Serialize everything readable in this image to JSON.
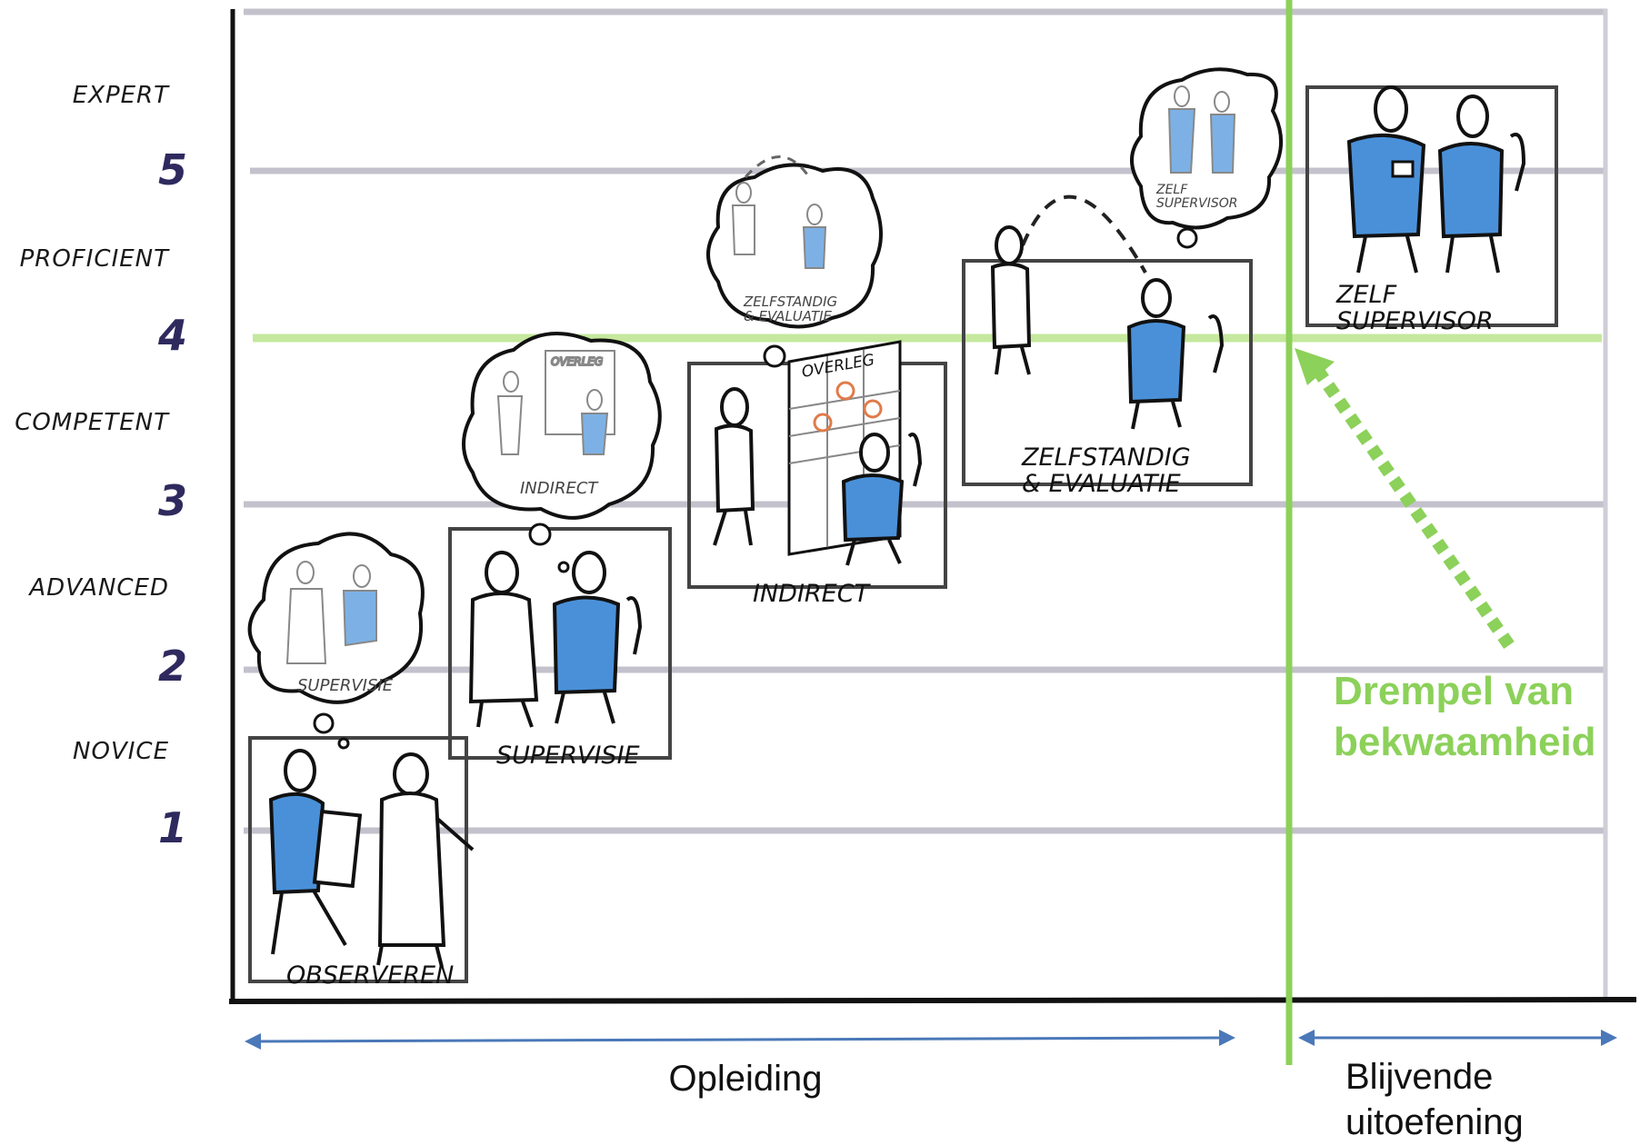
{
  "levels": {
    "expert": "EXPERT",
    "proficient": "PROFICIENT",
    "competent": "COMPETENT",
    "advanced": "ADVANCED",
    "novice": "NOVICE",
    "n5": "5",
    "n4": "4",
    "n3": "3",
    "n2": "2",
    "n1": "1"
  },
  "stages": {
    "observeren": "OBSERVEREN",
    "supervisie": "SUPERVISIE",
    "indirect": "INDIRECT",
    "zelfstandig_line1": "ZELFSTANDIG",
    "zelfstandig_line2": "& EVALUATIE",
    "zelf_line1": "ZELF",
    "zelf_line2": "SUPERVISOR"
  },
  "thoughts": {
    "supervisie": "SUPERVISIE",
    "indirect": "INDIRECT",
    "overleg": "OVERLEG",
    "zelfstandig_line1": "ZELFSTANDIG",
    "zelfstandig_line2": "& EVALUATIE",
    "zelf_line1": "ZELF",
    "zelf_line2": "SUPERVISOR"
  },
  "board": {
    "overleg": "OVERLEG"
  },
  "threshold": {
    "line1": "Drempel van",
    "line2": "bekwaamheid"
  },
  "bottom": {
    "opleiding": "Opleiding",
    "blijvende_line1": "Blijvende",
    "blijvende_line2": "uitoefening"
  },
  "colors": {
    "grid": "#c3c1cc",
    "threshold_green": "#8cd15a",
    "level4_line": "#c5e89e",
    "arrow_blue": "#4a78b8",
    "figure_blue": "#4a90d9",
    "level_number": "#2f2a5e"
  }
}
